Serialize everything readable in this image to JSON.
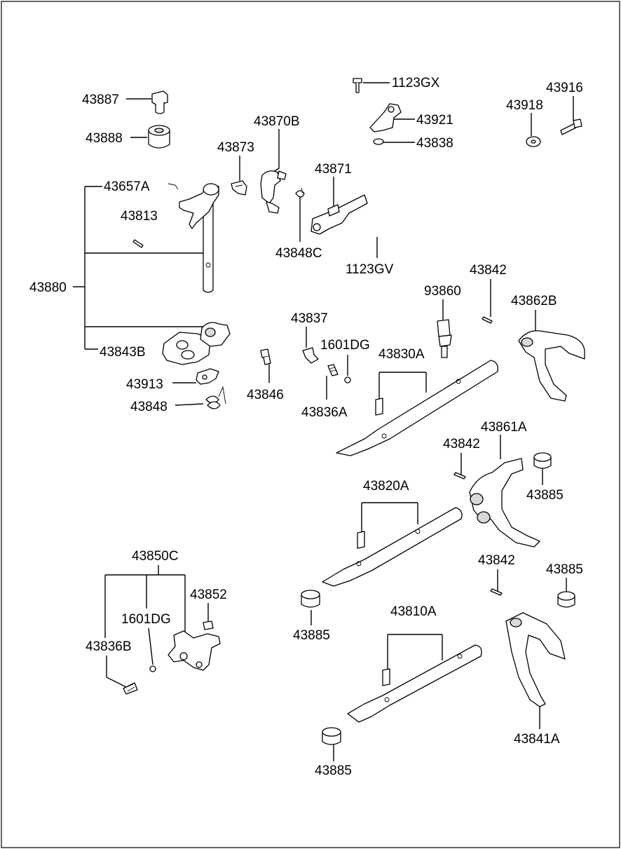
{
  "labels": {
    "l43887": "43887",
    "l43888": "43888",
    "l43873": "43873",
    "l43870B": "43870B",
    "l1123GX": "1123GX",
    "l43921": "43921",
    "l43838": "43838",
    "l43916": "43916",
    "l43918": "43918",
    "l43657A": "43657A",
    "l43871": "43871",
    "l43813": "43813",
    "l43848C": "43848C",
    "l1123GV": "1123GV",
    "l43880": "43880",
    "l43842a": "43842",
    "l93860": "93860",
    "l43862B": "43862B",
    "l43837": "43837",
    "l1601DGa": "1601DG",
    "l43830A": "43830A",
    "l43843B": "43843B",
    "l43846": "43846",
    "l43913": "43913",
    "l43836A": "43836A",
    "l43848": "43848",
    "l43842b": "43842",
    "l43861A": "43861A",
    "l43885a": "43885",
    "l43820A": "43820A",
    "l43850C": "43850C",
    "l43852": "43852",
    "l43842c": "43842",
    "l43885b": "43885",
    "l1601DGb": "1601DG",
    "l43836B": "43836B",
    "l43885c": "43885",
    "l43810A": "43810A",
    "l43841A": "43841A",
    "l43885d": "43885"
  }
}
